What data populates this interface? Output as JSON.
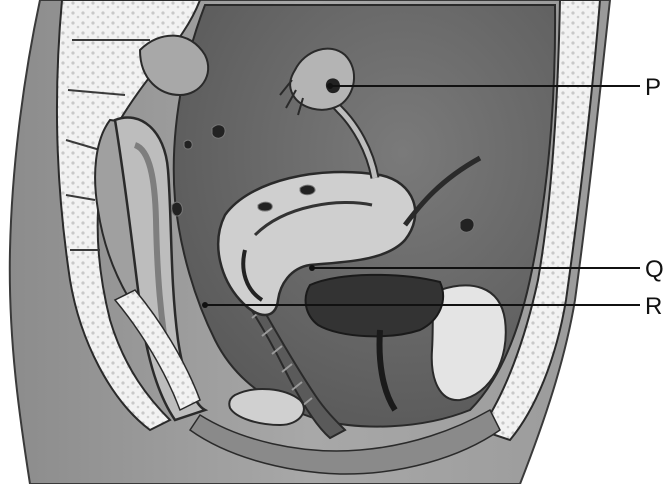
{
  "diagram": {
    "labels": [
      {
        "id": "P",
        "text": "P"
      },
      {
        "id": "Q",
        "text": "Q"
      },
      {
        "id": "R",
        "text": "R"
      }
    ]
  },
  "colors": {
    "body": "#9a9a9a",
    "cavity": "#6e6e6e",
    "cavity_dark": "#4f4f4f",
    "organ": "#b9b9b9",
    "organ_light": "#d9d9d9",
    "bone": "#f4f4f4",
    "outline": "#2a2a2a",
    "leader": "#111111"
  }
}
